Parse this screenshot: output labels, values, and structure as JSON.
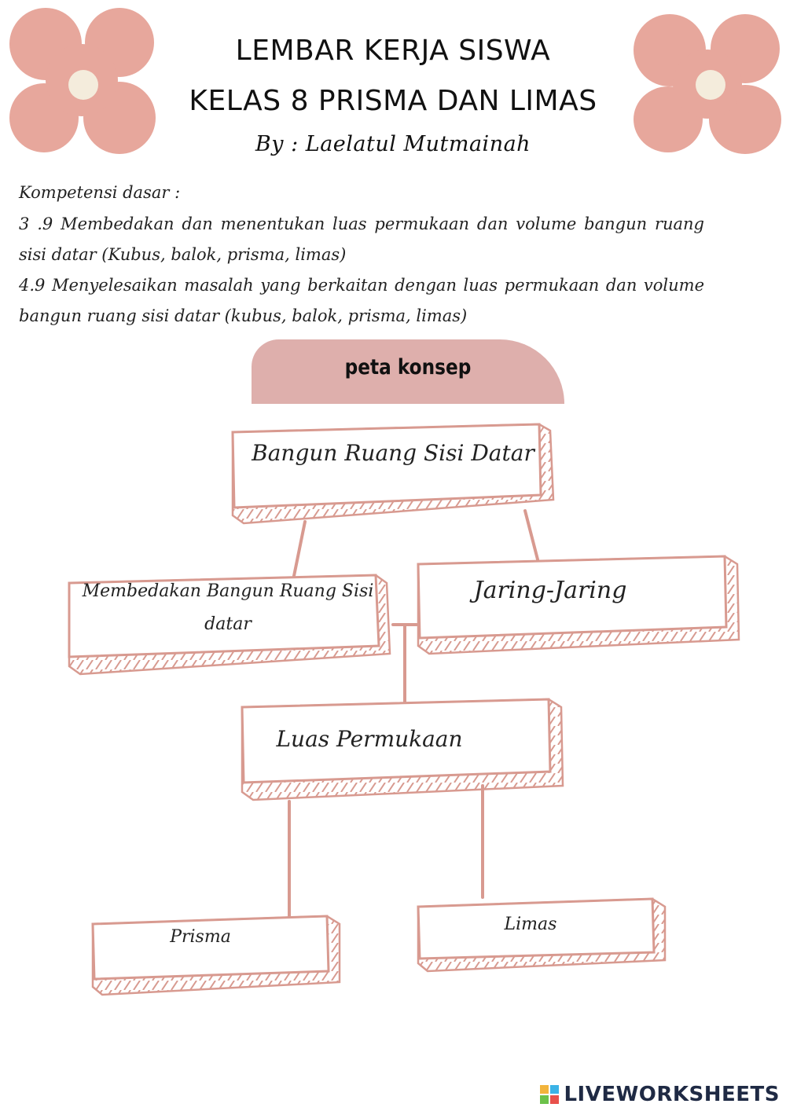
{
  "header": {
    "title_line1": "LEMBAR KERJA SISWA",
    "title_line2": "KELAS 8 PRISMA DAN LIMAS",
    "author": "By : Laelatul Mutmainah"
  },
  "kompetensi": {
    "label": "Kompetensi dasar :",
    "item1": " 3 .9 Membedakan dan menentukan luas permukaan dan volume bangun ruang sisi datar (Kubus, balok, prisma, limas)",
    "item2": "4.9 Menyelesaikan masalah yang berkaitan dengan luas permukaan dan volume bangun ruang sisi datar (kubus, balok, prisma, limas)"
  },
  "concept_map": {
    "heading": "peta konsep",
    "root": "Bangun Ruang Sisi Datar",
    "differentiate": "Membedakan Bangun Ruang Sisi datar",
    "nets": "Jaring-Jaring",
    "surface_area": "Luas Permukaan",
    "prism": "Prisma",
    "pyramid": "Limas"
  },
  "footer": {
    "brand": "LIVEWORKSHEETS"
  },
  "colors": {
    "petal": "#e7a79c",
    "flower_center": "#f4ecdc",
    "pill": "#deafac",
    "box_stroke": "#d89a90",
    "brand_text": "#1f2a44"
  }
}
